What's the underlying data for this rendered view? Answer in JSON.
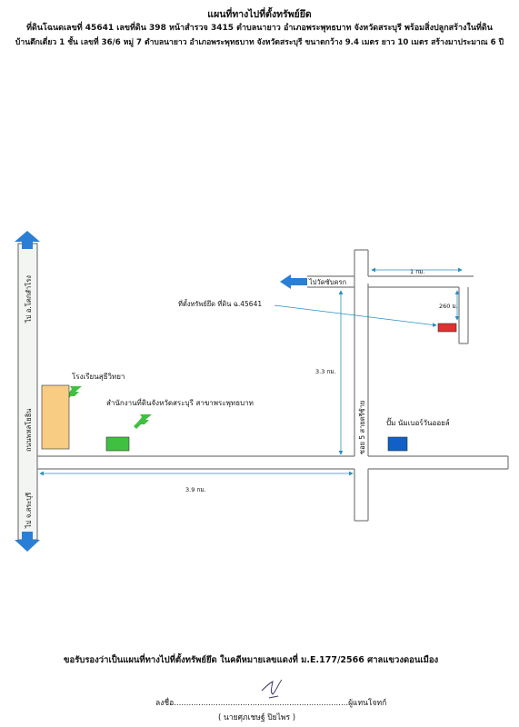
{
  "header": {
    "title": "แผนที่ทางไปที่ตั้งทรัพย์ยึด",
    "line2": "ที่ดินโฉนดเลขที่ 45641 เลขที่ดิน 398 หน้าสำรวจ 3415 ตำบลนายาว อำเภอพระพุทธบาท จังหวัดสระบุรี พร้อมสิ่งปลูกสร้างในที่ดิน",
    "line3": "บ้านตึกเดี่ยว 1 ชั้น เลขที่ 36/6 หมู่ 7 ตำบลนายาว อำเภอพระพุทธบาท จังหวัดสระบุรี ขนาดกว้าง 9.4 เมตร ยาว 10 เมตร สร้างมาประมาณ 6 ปี"
  },
  "map": {
    "highway_name": "ถนนพหลโยธิน",
    "to_north": "ไป อ.โคกสำโรง",
    "to_south": "ไป จ.สระบุรี",
    "to_temple": "ไปวัดซับครก",
    "side_road": "ซอย 5 สายตรีซ้าย",
    "dist_main": "3.9 กม.",
    "dist_side": "3.3 กม.",
    "dist_top": "1 กม.",
    "dist_spur": "260 ม.",
    "landmarks": {
      "school": "โรงเรียนสุธีวิทยา",
      "land_office": "สำนักงานที่ดินจังหวัดสระบุรี สาขาพระพุทธบาท",
      "gas_station": "ปั๊ม นัมเบอร์วันออยล์",
      "property": "ที่ตั้งทรัพย์ยึด ที่ดิน ฉ.45641"
    },
    "colors": {
      "school": "#f8cc82",
      "land_office": "#40c040",
      "gas_station": "#1060c8",
      "property": "#e03030",
      "road_edge": "#7a7a7a",
      "dimension": "#2a8fbf",
      "arrow": "#2a7fd4"
    }
  },
  "footer": {
    "certification": "ขอรับรองว่าเป็นแผนที่ทางไปที่ตั้งทรัพย์ยึด ในคดีหมายเลขแดงที่ ม.E.177/2566 ศาลแขวงดอนเมือง",
    "sign_prefix": "ลงชื่อ.......................................................................ผู้แทนโจทก์",
    "signer": "( นายศุภเชษฐ์ ปิยไพร )"
  }
}
